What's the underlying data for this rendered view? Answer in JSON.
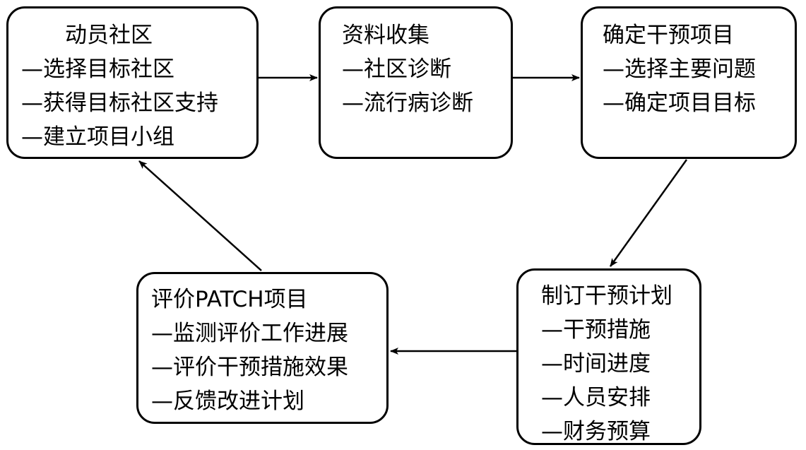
{
  "diagram": {
    "colors": {
      "stroke": "#000000",
      "background": "#ffffff",
      "text": "#000000"
    },
    "nodes": {
      "mobilize": {
        "title": "动员社区",
        "items": [
          "—选择目标社区",
          "—获得目标社区支持",
          "—建立项目小组"
        ]
      },
      "collect": {
        "title": "资料收集",
        "items": [
          "—社区诊断",
          "—流行病诊断"
        ]
      },
      "determine": {
        "title": "确定干预项目",
        "items": [
          "—选择主要问题",
          "—确定项目目标"
        ]
      },
      "plan": {
        "title": "制订干预计划",
        "items": [
          "—干预措施",
          "—时间进度",
          "—人员安排",
          "—财务预算"
        ]
      },
      "evaluate": {
        "title": "评价PATCH项目",
        "items": [
          "—监测评价工作进展",
          "—评价干预措施效果",
          "—反馈改进计划"
        ]
      }
    },
    "edges": [
      {
        "from": "mobilize",
        "to": "collect"
      },
      {
        "from": "collect",
        "to": "determine"
      },
      {
        "from": "determine",
        "to": "plan"
      },
      {
        "from": "plan",
        "to": "evaluate"
      },
      {
        "from": "evaluate",
        "to": "mobilize"
      }
    ]
  }
}
